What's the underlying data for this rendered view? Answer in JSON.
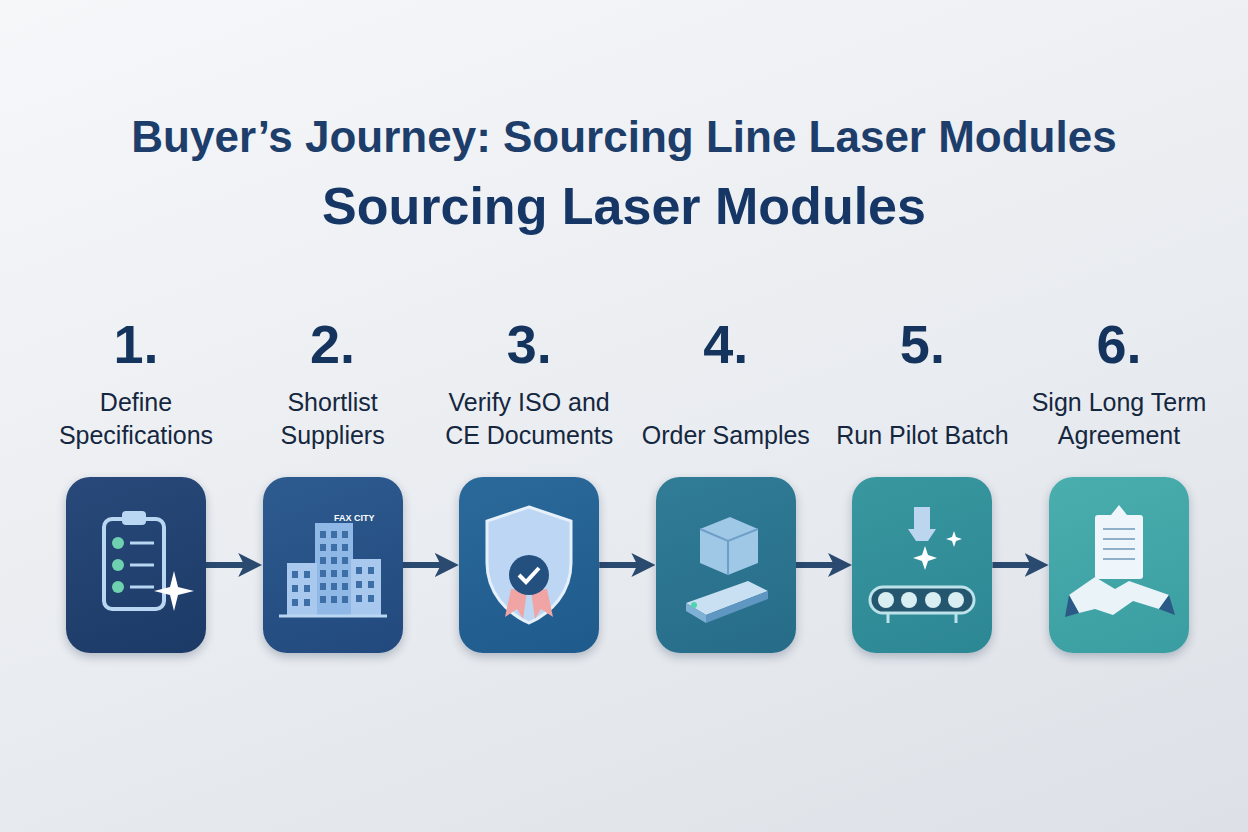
{
  "diagram": {
    "title": "Buyer’s Journey: Sourcing Line Laser Modules",
    "nodes": [
      {
        "text": [
          "1.",
          "Define Specifications"
        ]
      },
      {
        "text": [
          "2.",
          "Shortlist Suppliers"
        ]
      },
      {
        "text": [
          "3.",
          "Verify ISO and CE Documents"
        ]
      },
      {
        "text": [
          "4.",
          "Order Samples"
        ]
      },
      {
        "text": [
          "5.",
          "Run Pilot Batch"
        ]
      },
      {
        "text": [
          "6.",
          "Sign Long Term Agreement"
        ]
      }
    ],
    "edges": [
      {
        "from": 0,
        "to": 1,
        "arrow": "to"
      },
      {
        "from": 1,
        "to": 2,
        "arrow": "to"
      },
      {
        "from": 2,
        "to": 3,
        "arrow": "to"
      },
      {
        "from": 3,
        "to": 4,
        "arrow": "to"
      },
      {
        "from": 4,
        "to": 5,
        "arrow": "to"
      }
    ],
    "labels": [
      "Sourcing Laser Modules",
      "FAX CITY"
    ]
  }
}
